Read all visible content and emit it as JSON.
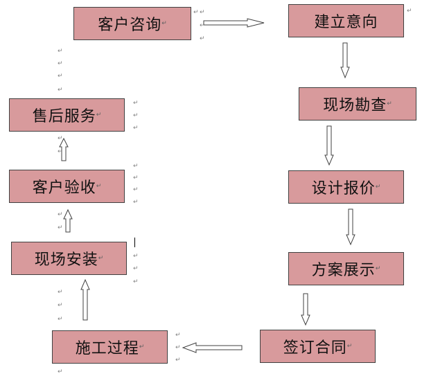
{
  "mark": "↵",
  "colors": {
    "box_fill": "#d89a9c",
    "box_border": "#404040",
    "arrow_stroke": "#404040"
  },
  "nodes": {
    "consult": "客户咨询",
    "intent": "建立意向",
    "survey": "现场勘查",
    "quote": "设计报价",
    "show": "方案展示",
    "contract": "签订合同",
    "construction": "施工过程",
    "install": "现场安装",
    "acceptance": "客户验收",
    "aftersales": "售后服务"
  }
}
